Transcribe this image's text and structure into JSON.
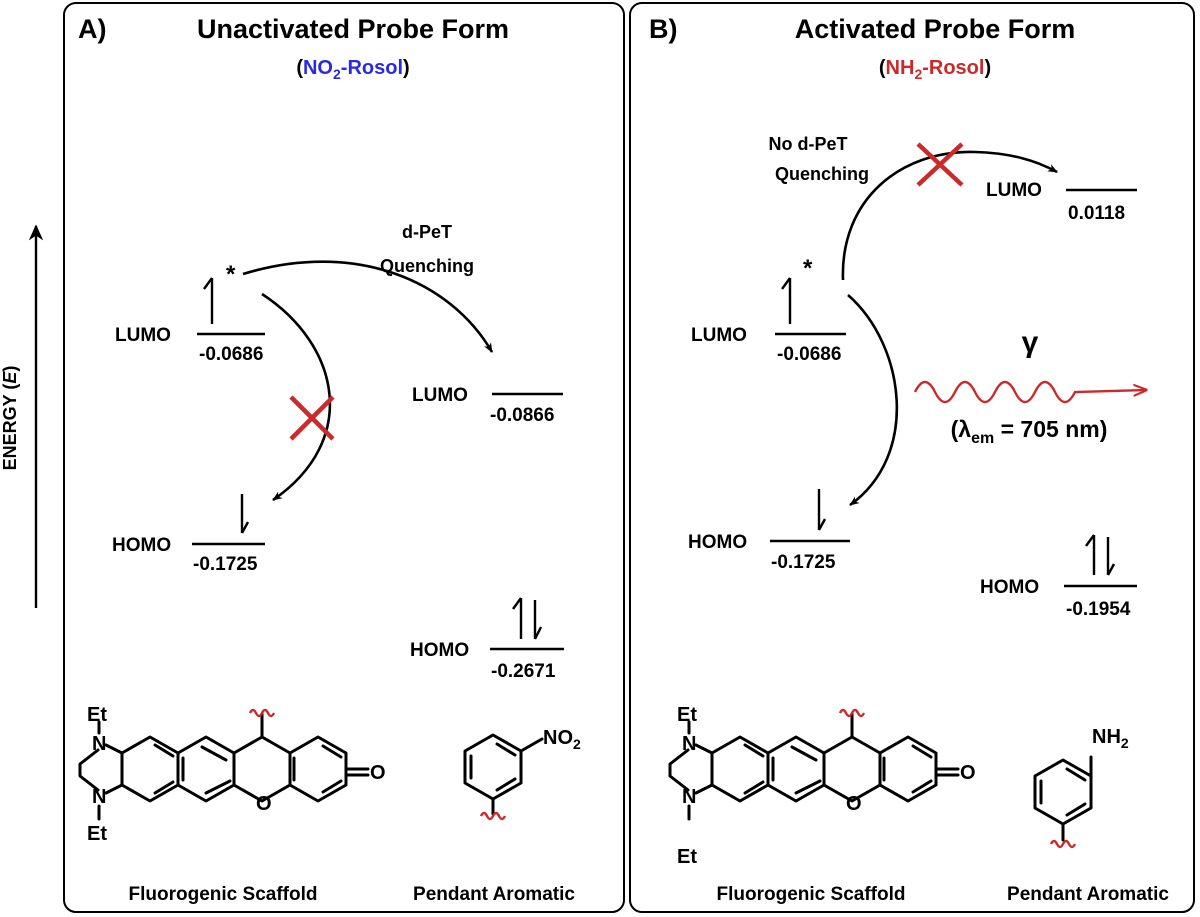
{
  "axis": {
    "label_prefix": "ENERGY (",
    "label_var": "E",
    "label_suffix": ")"
  },
  "panels": [
    {
      "letter": "A)",
      "title": "Unactivated Probe Form",
      "probe": {
        "pre": "(",
        "name_a": "NO",
        "sub": "2",
        "name_b": "-Rosol",
        "post": ")",
        "color": "#2a2ae6"
      },
      "scaffold": {
        "lumo_label": "LUMO",
        "lumo_value": "-0.0686",
        "homo_label": "HOMO",
        "homo_value": "-0.1725",
        "excited_mark": "*"
      },
      "pendant": {
        "lumo_label": "LUMO",
        "lumo_value": "-0.0866",
        "homo_label": "HOMO",
        "homo_value": "-0.2671"
      },
      "process": {
        "line1": "d-PeT",
        "line2": "Quenching"
      },
      "substituent": {
        "main": "NO",
        "sub": "2",
        "color": "#2a2ae6"
      },
      "atoms": {
        "et_top": "Et",
        "n_top": "N",
        "n_bottom": "N",
        "et_bottom": "Et",
        "ring_o": "O",
        "carbonyl_o": "O"
      },
      "captions": {
        "scaffold": "Fluorogenic Scaffold",
        "pendant": "Pendant Aromatic"
      }
    },
    {
      "letter": "B)",
      "title": "Activated Probe Form",
      "probe": {
        "pre": "(",
        "name_a": "NH",
        "sub": "2",
        "name_b": "-Rosol",
        "post": ")",
        "color": "#cc2a2a"
      },
      "scaffold": {
        "lumo_label": "LUMO",
        "lumo_value": "-0.0686",
        "homo_label": "HOMO",
        "homo_value": "-0.1725",
        "excited_mark": "*"
      },
      "pendant": {
        "lumo_label": "LUMO",
        "lumo_value": "0.0118",
        "homo_label": "HOMO",
        "homo_value": "-0.1954"
      },
      "process": {
        "line1": "No d-PeT",
        "line2": "Quenching"
      },
      "emission": {
        "symbol": "γ",
        "pre": "(",
        "lambda": "λ",
        "sub": "em",
        "rest": " = 705 nm)",
        "color": "#cc2a2a"
      },
      "substituent": {
        "main": "NH",
        "sub": "2",
        "color": "#cc2a2a"
      },
      "atoms": {
        "et_top": "Et",
        "n_top": "N",
        "n_bottom": "N",
        "et_bottom": "Et",
        "ring_o": "O",
        "carbonyl_o": "O"
      },
      "captions": {
        "scaffold": "Fluorogenic Scaffold",
        "pendant": "Pendant Aromatic"
      }
    }
  ],
  "colors": {
    "red": "#cc2a2a",
    "blue": "#2a2ae6",
    "frame": "#000000"
  }
}
